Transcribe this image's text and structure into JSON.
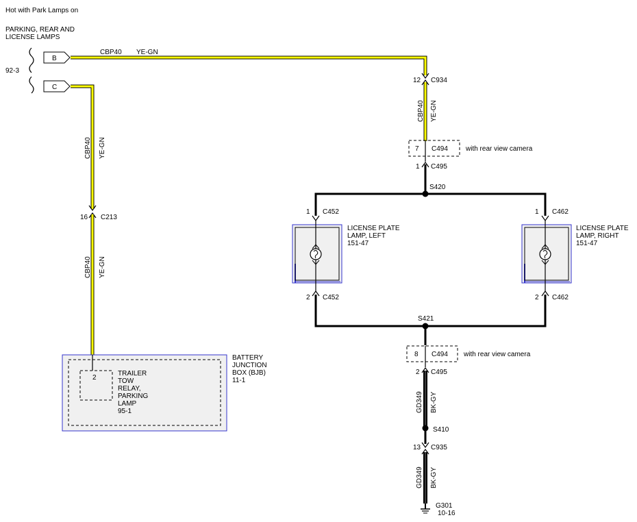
{
  "header": {
    "title": "Hot with Park Lamps on",
    "source_component": [
      "PARKING, REAR AND",
      "LICENSE LAMPS"
    ],
    "source_ref": "92-3"
  },
  "pins": {
    "b": "B",
    "c": "C"
  },
  "wires": {
    "top_circuit": "CBP40",
    "top_color": "YE-GN",
    "left_circuit": "CBP40",
    "left_color": "YE-GN",
    "left_circuit_lower": "CBP40",
    "left_color_lower": "YE-GN",
    "right_circuit": "CBP40",
    "right_color": "YE-GN",
    "ground_circuit_upper": "GD349",
    "ground_color_upper": "BK-GY",
    "ground_circuit_lower": "GD349",
    "ground_color_lower": "BK-GY"
  },
  "connectors": {
    "c934": {
      "pin": "12",
      "name": "C934"
    },
    "c494_top": {
      "pin": "7",
      "name": "C494",
      "note": "with rear view camera"
    },
    "c495_top": {
      "pin": "1",
      "name": "C495"
    },
    "c213": {
      "pin": "16",
      "name": "C213"
    },
    "c452_top": {
      "pin": "1",
      "name": "C452"
    },
    "c452_bottom": {
      "pin": "2",
      "name": "C452"
    },
    "c462_top": {
      "pin": "1",
      "name": "C462"
    },
    "c462_bottom": {
      "pin": "2",
      "name": "C462"
    },
    "c494_bottom": {
      "pin": "8",
      "name": "C494",
      "note": "with rear view camera"
    },
    "c495_bottom": {
      "pin": "2",
      "name": "C495"
    },
    "c935": {
      "pin": "13",
      "name": "C935"
    }
  },
  "splices": {
    "s420": "S420",
    "s421": "S421",
    "s410": "S410"
  },
  "components": {
    "lamp_left": {
      "lines": [
        "LICENSE PLATE",
        "LAMP, LEFT",
        "151-47"
      ]
    },
    "lamp_right": {
      "lines": [
        "LICENSE PLATE",
        "LAMP, RIGHT",
        "151-47"
      ]
    },
    "bjb": {
      "lines": [
        "BATTERY",
        "JUNCTION",
        "BOX (BJB)",
        "11-1"
      ]
    },
    "relay": {
      "pin": "2",
      "lines": [
        "TRAILER",
        "TOW",
        "RELAY,",
        "PARKING",
        "LAMP",
        "95-1"
      ]
    }
  },
  "ground": {
    "name": "G301",
    "ref": "10-16"
  },
  "colors": {
    "wire_yellow": "#ffff00",
    "wire_outline": "#000000",
    "component_fill": "#f0f0f0",
    "component_border": "#3333cc"
  }
}
